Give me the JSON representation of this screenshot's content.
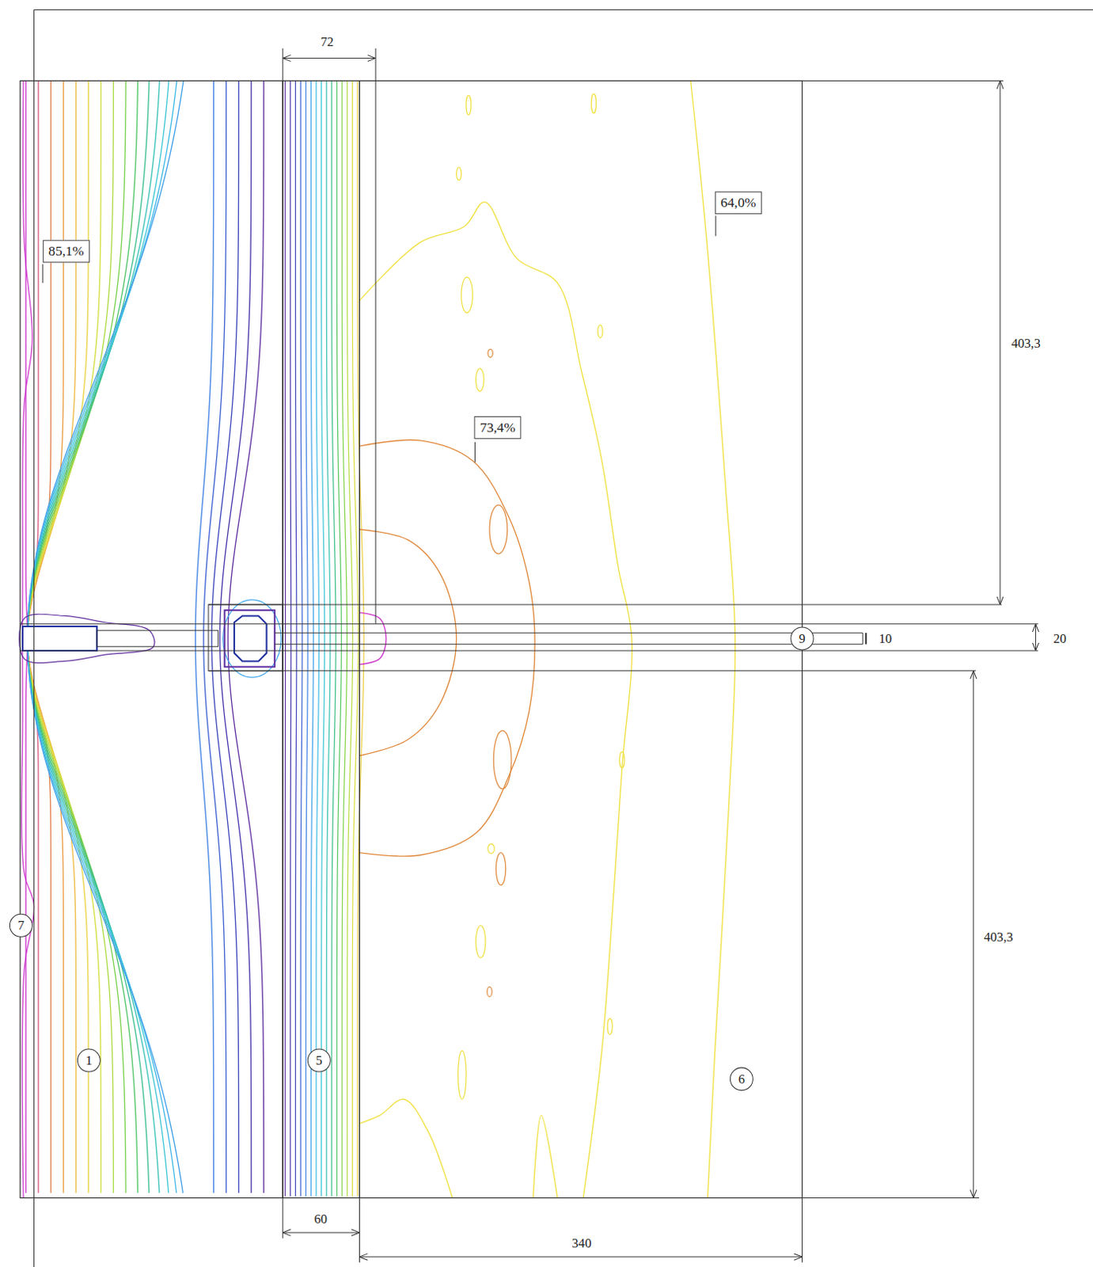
{
  "diagram": {
    "nodes": [
      {
        "text": [
          "64,0%"
        ]
      },
      {
        "text": [
          "85,1%"
        ]
      },
      {
        "text": [
          "73,4%"
        ]
      },
      {
        "text": [
          "9"
        ]
      },
      {
        "text": [
          "7"
        ]
      },
      {
        "text": [
          "1"
        ]
      },
      {
        "text": [
          "5"
        ]
      },
      {
        "text": [
          "6"
        ]
      }
    ],
    "labels": [
      "72",
      "403,3",
      "10",
      "20",
      "403,3",
      "60",
      "340"
    ]
  }
}
